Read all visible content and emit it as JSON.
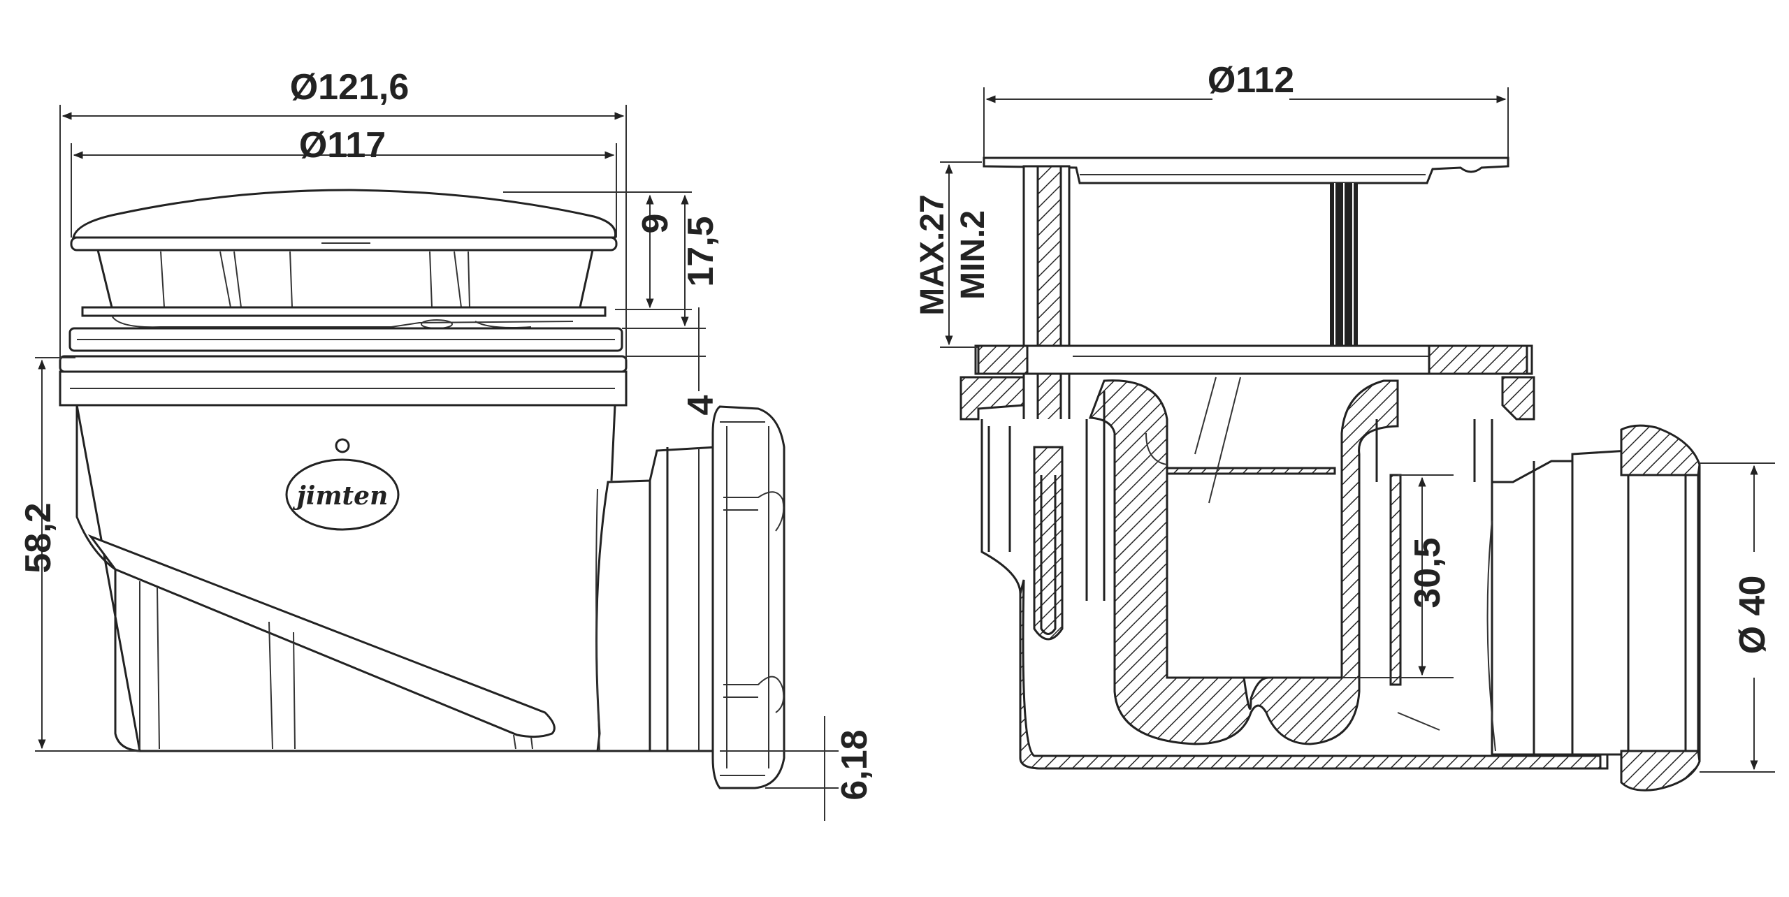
{
  "diagram": {
    "left_view": {
      "dimensions": {
        "outer_diameter": "Ø121,6",
        "inner_diameter": "Ø117",
        "cap_height": "9",
        "top_height": "17,5",
        "ring_height": "4",
        "body_height": "58,2",
        "outlet_offset": "6,18"
      },
      "brand_logo_text": "jimten"
    },
    "right_view": {
      "dimensions": {
        "plate_diameter": "Ø112",
        "adjust_max": "MAX.27",
        "adjust_min": "MIN.2",
        "water_seal": "30,5",
        "outlet_diameter": "Ø 40"
      }
    }
  },
  "colors": {
    "line": "#222222",
    "background": "#ffffff"
  }
}
